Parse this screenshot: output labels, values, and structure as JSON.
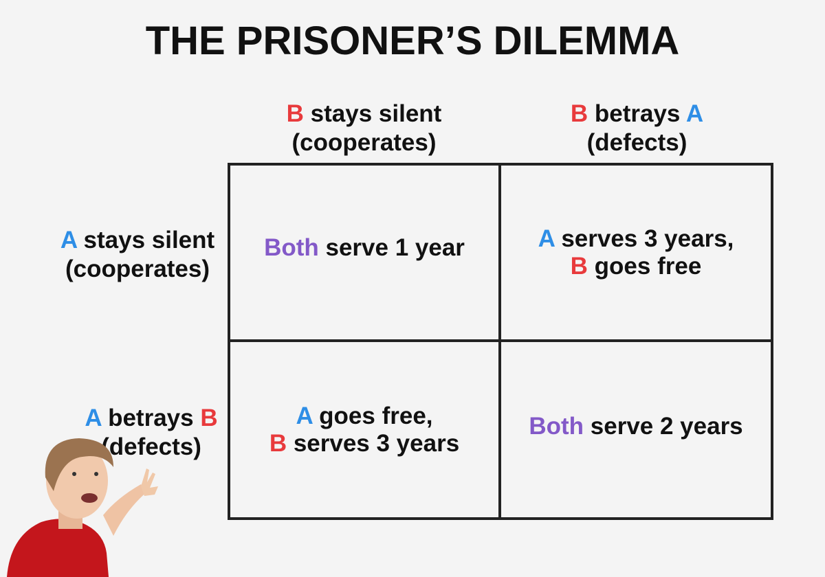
{
  "title": "THE PRISONER’S DILEMMA",
  "colors": {
    "player_a": "#2e8ee6",
    "player_b": "#e83a3c",
    "both": "#8359c8",
    "grid": "#222222",
    "background": "#f4f4f4"
  },
  "columns": [
    {
      "line1": [
        {
          "t": "B",
          "c": "B"
        },
        {
          "t": " stays silent",
          "c": ""
        }
      ],
      "line2": "(cooperates)"
    },
    {
      "line1": [
        {
          "t": "B",
          "c": "B"
        },
        {
          "t": " betrays ",
          "c": ""
        },
        {
          "t": "A",
          "c": "A"
        }
      ],
      "line2": "(defects)"
    }
  ],
  "rows": [
    {
      "line1": [
        {
          "t": "A",
          "c": "A"
        },
        {
          "t": " stays silent",
          "c": ""
        }
      ],
      "line2": "(cooperates)"
    },
    {
      "line1": [
        {
          "t": "A",
          "c": "A"
        },
        {
          "t": " betrays ",
          "c": ""
        },
        {
          "t": "B",
          "c": "B"
        }
      ],
      "line2": "(defects)"
    }
  ],
  "cells": [
    [
      [
        {
          "t": "Both",
          "c": "P"
        },
        {
          "t": " serve 1 year",
          "c": ""
        }
      ]
    ],
    [
      [
        {
          "t": "A",
          "c": "A"
        },
        {
          "t": " serves 3 years,",
          "c": ""
        }
      ],
      [
        {
          "t": "B",
          "c": "B"
        },
        {
          "t": " goes free",
          "c": ""
        }
      ]
    ],
    [
      [
        {
          "t": "A",
          "c": "A"
        },
        {
          "t": " goes free,",
          "c": ""
        }
      ],
      [
        {
          "t": "B",
          "c": "B"
        },
        {
          "t": " serves 3 years",
          "c": ""
        }
      ]
    ],
    [
      [
        {
          "t": "Both",
          "c": "P"
        },
        {
          "t": " serve 2 years",
          "c": ""
        }
      ]
    ]
  ],
  "image": {
    "subject": "person-pointing-at-grid"
  }
}
